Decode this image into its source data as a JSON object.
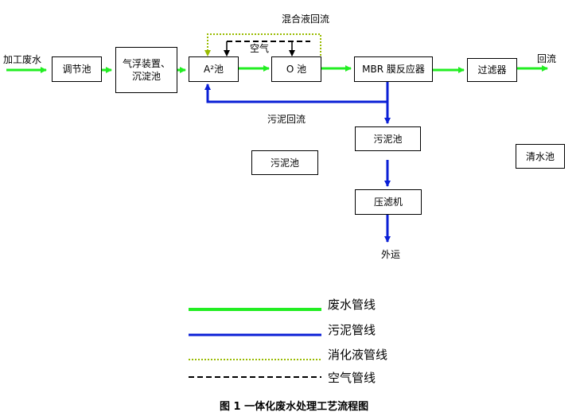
{
  "nodes": {
    "tiaojie": "调节池",
    "qifu_line1": "气浮装置、",
    "qifu_line2": "沉淀池",
    "a2": "A²池",
    "o": "O 池",
    "mbr": "MBR 膜反应器",
    "guolv": "过滤器",
    "wuni1": "污泥池",
    "wuni2": "污泥池",
    "qingshui": "清水池",
    "yaluji": "压滤机"
  },
  "labels": {
    "input": "加工废水",
    "mixed_return": "混合液回流",
    "air": "空气",
    "return": "回流",
    "sludge_return": "污泥回流",
    "outward": "外运"
  },
  "legend": [
    {
      "label": "废水管线",
      "color": "#22ee22",
      "style": "solid"
    },
    {
      "label": "污泥管线",
      "color": "#0a1fd6",
      "style": "solid"
    },
    {
      "label": "消化液管线",
      "color": "#99bb00",
      "style": "dotted"
    },
    {
      "label": "空气管线",
      "color": "#000000",
      "style": "dashed"
    }
  ],
  "caption": "图 1  一体化废水处理工艺流程图",
  "colors": {
    "wastewater": "#22ee22",
    "sludge": "#0a1fd6",
    "digest": "#99bb00",
    "air": "#000000"
  }
}
